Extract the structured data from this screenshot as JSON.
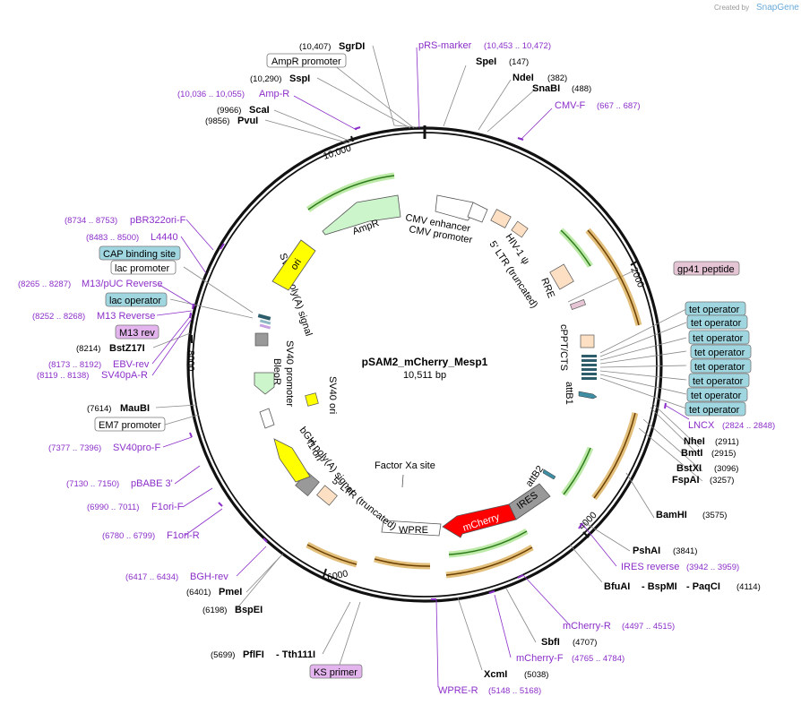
{
  "watermark": {
    "prefix": "Created by",
    "brand": "SnapGene"
  },
  "plasmid": {
    "name": "pSAM2_mCherry_Mesp1",
    "size": "10,511 bp"
  },
  "ticks": [
    "2000",
    "4000",
    "6000",
    "8000",
    "10,000"
  ],
  "enzymes": [
    {
      "name": "SgrDI",
      "pos": "(10,407)"
    },
    {
      "name": "SspI",
      "pos": "(10,290)"
    },
    {
      "name": "ScaI",
      "pos": "(9966)"
    },
    {
      "name": "PvuI",
      "pos": "(9856)"
    },
    {
      "name": "SpeI",
      "pos": "(147)"
    },
    {
      "name": "NdeI",
      "pos": "(382)"
    },
    {
      "name": "SnaBI",
      "pos": "(488)"
    },
    {
      "name": "BstZ17I",
      "pos": "(8214)"
    },
    {
      "name": "MauBI",
      "pos": "(7614)"
    },
    {
      "name": "NheI",
      "pos": "(2911)"
    },
    {
      "name": "BmtI",
      "pos": "(2915)"
    },
    {
      "name": "BstXI",
      "pos": "(3096)"
    },
    {
      "name": "FspAI",
      "pos": "(3257)"
    },
    {
      "name": "BamHI",
      "pos": "(3575)"
    },
    {
      "name": "PshAI",
      "pos": "(3841)"
    },
    {
      "name": "BfuAI",
      "pos": ""
    },
    {
      "name": "- BspMI",
      "pos": ""
    },
    {
      "name": "- PaqCI",
      "pos": "(4114)"
    },
    {
      "name": "SbfI",
      "pos": "(4707)"
    },
    {
      "name": "XcmI",
      "pos": "(5038)"
    },
    {
      "name": "PmeI",
      "pos": "(6401)"
    },
    {
      "name": "BspEI",
      "pos": "(6198)"
    },
    {
      "name": "PflFI",
      "pos": "(5699)"
    },
    {
      "name": "- Tth111I",
      "pos": ""
    }
  ],
  "primers": [
    {
      "name": "pRS-marker",
      "pos": "(10,453 .. 10,472)"
    },
    {
      "name": "Amp-R",
      "pos": "(10,036 .. 10,055)"
    },
    {
      "name": "CMV-F",
      "pos": "(667 .. 687)"
    },
    {
      "name": "pBR322ori-F",
      "pos": "(8734 .. 8753)"
    },
    {
      "name": "L4440",
      "pos": "(8483 .. 8500)"
    },
    {
      "name": "M13/pUC Reverse",
      "pos": "(8265 .. 8287)"
    },
    {
      "name": "M13 Reverse",
      "pos": "(8252 .. 8268)"
    },
    {
      "name": "EBV-rev",
      "pos": "(8173 .. 8192)"
    },
    {
      "name": "SV40pA-R",
      "pos": "(8119 .. 8138)"
    },
    {
      "name": "SV40pro-F",
      "pos": "(7377 .. 7396)"
    },
    {
      "name": "pBABE 3'",
      "pos": "(7130 .. 7150)"
    },
    {
      "name": "F1ori-F",
      "pos": "(6990 .. 7011)"
    },
    {
      "name": "F1ori-R",
      "pos": "(6780 .. 6799)"
    },
    {
      "name": "BGH-rev",
      "pos": "(6417 .. 6434)"
    },
    {
      "name": "LNCX",
      "pos": "(2824 .. 2848)"
    },
    {
      "name": "IRES reverse",
      "pos": "(3942 .. 3959)"
    },
    {
      "name": "mCherry-R",
      "pos": "(4497 .. 4515)"
    },
    {
      "name": "mCherry-F",
      "pos": "(4765 .. 4784)"
    },
    {
      "name": "WPRE-R",
      "pos": "(5148 .. 5168)"
    }
  ],
  "boxed_labels": {
    "ampr_promoter": "AmpR promoter",
    "cap_site": "CAP binding site",
    "lac_promoter": "lac promoter",
    "lac_operator": "lac operator",
    "m13_rev": "M13 rev",
    "em7": "EM7 promoter",
    "ks_primer": "KS primer",
    "gp41": "gp41 peptide",
    "tet_operator": "tet operator"
  },
  "features": {
    "cmv_enhancer": "CMV enhancer",
    "cmv_promoter": "CMV promoter",
    "hiv_psi": "HIV-1 ψ",
    "ltr5": "5' LTR (truncated)",
    "rre": "RRE",
    "cppt": "cPPT/CTS",
    "attb1": "attB1",
    "attb2": "attB2",
    "ires": "IRES",
    "mcherry": "mCherry",
    "wpre": "WPRE",
    "factor_xa": "Factor Xa site",
    "ltr5b": "5' LTR (truncated)",
    "bgh": "bGH poly(A) signal",
    "f1ori": "f1 ori",
    "sv40_ori": "SV40 ori",
    "bleor": "BleoR",
    "sv40_promoter": "SV40 promoter",
    "sv40_polya": "SV40 poly(A) signal",
    "ori": "ori",
    "ampr": "AmpR"
  },
  "colors": {
    "backbone": "#111111",
    "enzyme_line": "#888888",
    "primer": "#8b2fc9",
    "ampr_arrow": "#ccf5cc",
    "ori_arrow": "#ffff00",
    "mcherry_arrow": "#ff0000",
    "ires_box": "#999999",
    "ltr_box": "#fde0c4",
    "orf_gold": "#d7a444",
    "orf_green": "#5aa837",
    "tet_box": "#9fd6e0",
    "lac_box": "#9fd6e0",
    "gp41_box": "#e5c4d4",
    "m13_box": "#e3b4ee",
    "ks_box": "#e3b4ee"
  }
}
